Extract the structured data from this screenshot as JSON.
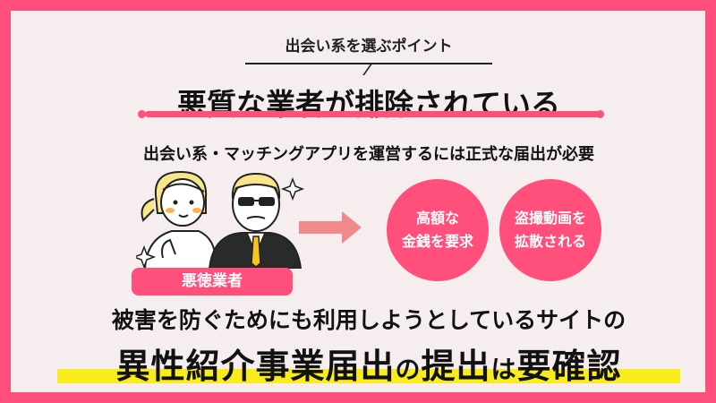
{
  "header": {
    "kicker": "出会い系を選ぶポイント",
    "title": "悪質な業者が排除されている",
    "subtitle": "出会い系・マッチングアプリを運営するには正式な届出が必要"
  },
  "illustration": {
    "badge_label": "悪徳業者"
  },
  "consequences": [
    {
      "line1": "高額な",
      "line2": "金銭を要求"
    },
    {
      "line1": "盗撮動画を",
      "line2": "拡散される"
    }
  ],
  "footer": {
    "line1": "被害を防ぐためにも利用しようとしているサイトの",
    "line2_part1": "異性紹介事業届出",
    "line2_part2": "の",
    "line2_part3": "提出",
    "line2_part4": "は",
    "line2_part5": "要確認"
  },
  "colors": {
    "accent": "#ff4f7a",
    "highlight": "#f8ec1c",
    "background": "#f6eeee"
  }
}
